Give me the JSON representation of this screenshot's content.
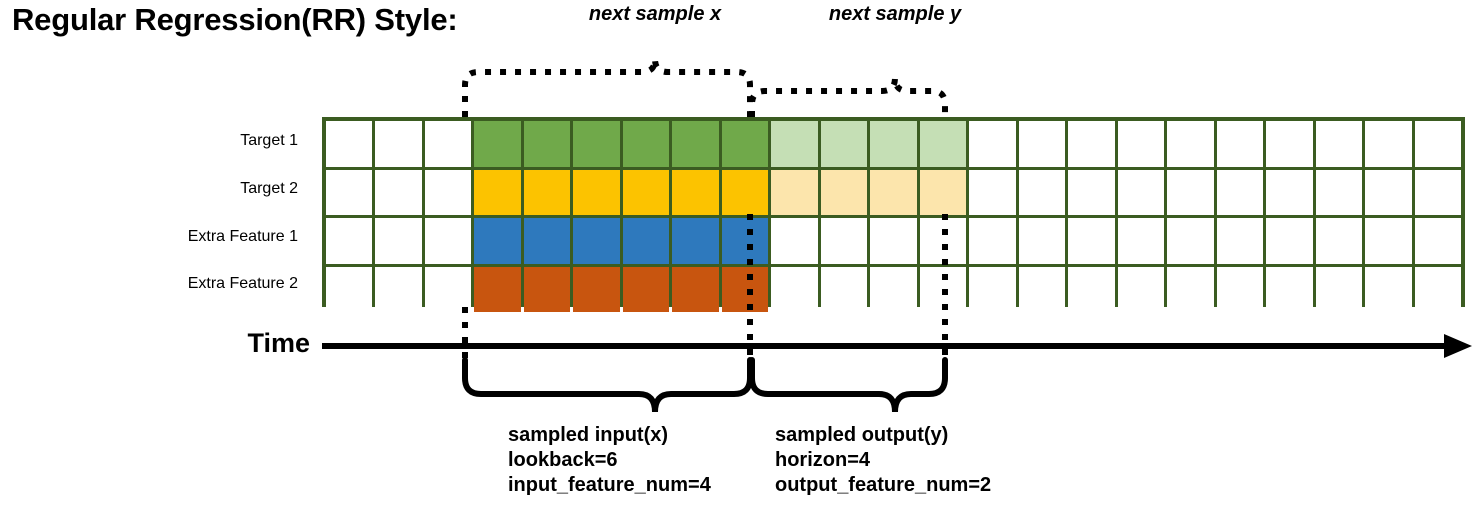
{
  "title": "Regular Regression(RR) Style:",
  "top_labels": {
    "next_x": "next sample x",
    "next_y": "next sample y"
  },
  "rows": [
    {
      "label": "Target 1",
      "fill_input": "#70a94a",
      "fill_output": "#c5dfb5"
    },
    {
      "label": "Target 2",
      "fill_input": "#fcc300",
      "fill_output": "#fce5ac"
    },
    {
      "label": "Extra Feature 1",
      "fill_input": "#2e79bd",
      "fill_output": "#ffffff"
    },
    {
      "label": "Extra Feature 2",
      "fill_input": "#c8550f",
      "fill_output": "#ffffff"
    }
  ],
  "grid": {
    "total_columns": 23,
    "lead_blank_columns": 3,
    "input_columns": 6,
    "output_columns": 4,
    "trail_blank_columns": 10,
    "border_color": "#3b5c21",
    "blank_fill": "#ffffff"
  },
  "time_axis": {
    "label": "Time"
  },
  "captions": {
    "input": {
      "line1": "sampled input(x)",
      "line2": "lookback=6",
      "line3": "input_feature_num=4"
    },
    "output": {
      "line1": "sampled output(y)",
      "line2": "horizon=4",
      "line3": "output_feature_num=2"
    }
  }
}
